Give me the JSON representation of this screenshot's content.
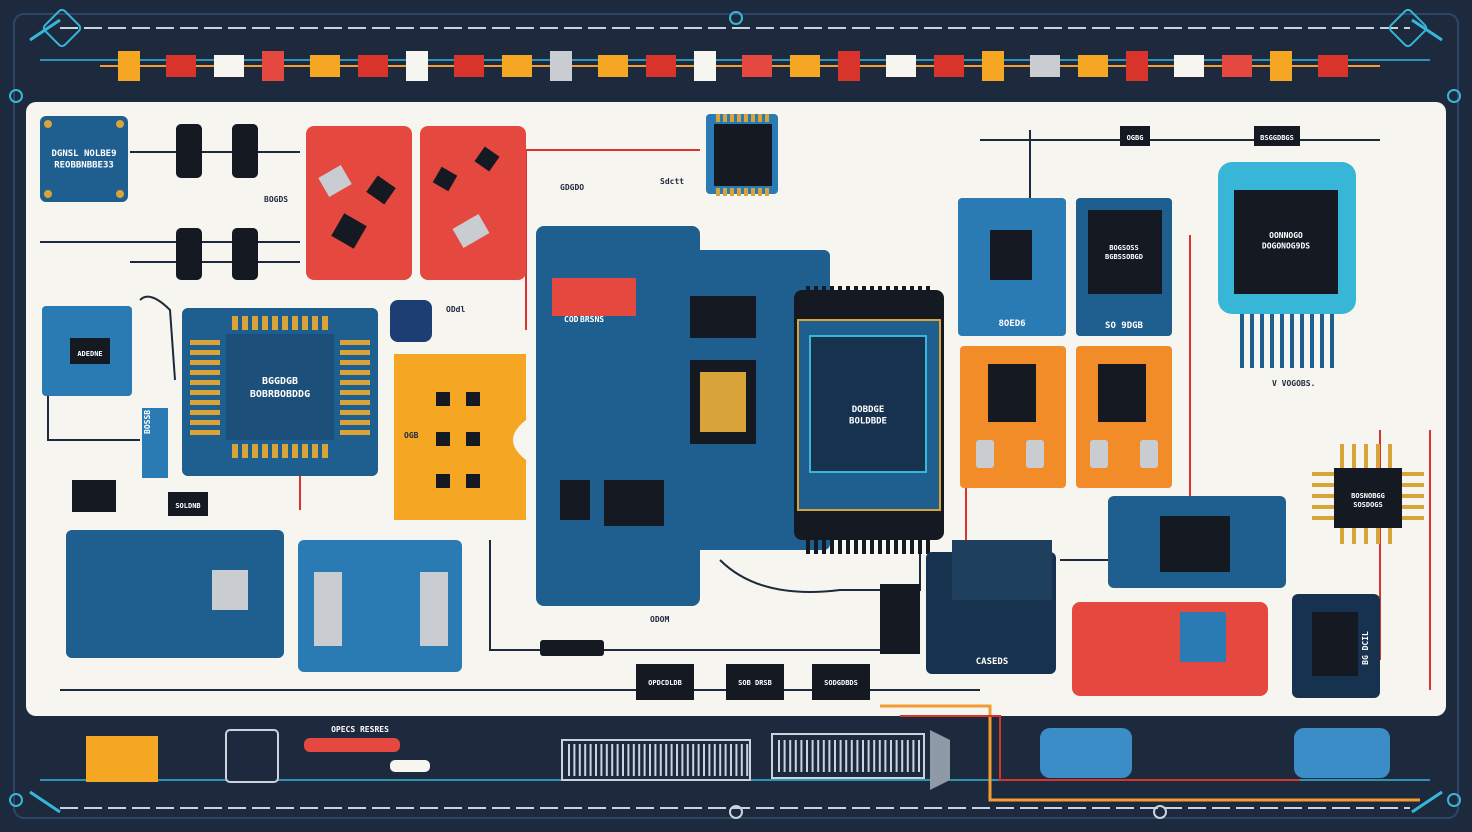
{
  "colors": {
    "frame": "#1d2a3e",
    "panel": "#f7f5ef",
    "pcb_blue": "#1f5f8f",
    "pcb_dark": "#17324f",
    "red_board": "#e5483f",
    "orange_board": "#f28c28",
    "yellow_board": "#f5a623",
    "cyan_accent": "#38b6d8",
    "wire_red": "#d9342b",
    "wire_orange": "#f39c34",
    "chip_black": "#151a22",
    "gold": "#d8a43a"
  },
  "labels": {
    "top_left_module": "DGNSL NOLBE9\nREOBBNBBE33",
    "small_label_a": "BOGDS",
    "small_label_b": "Sdctt",
    "small_label_c": "ODdl",
    "small_label_d": "COD",
    "left_chip": "BGGDGB\nBOBRBOBDDG",
    "left_mini_board": "ADEDNE",
    "left_bottom_tag": "SOLDNB",
    "yellow_board_mark": "OGB",
    "center_label": "GDGDO",
    "center_board_text": "BRSNS",
    "center_screen_text": "DOBDGE\nBOLDBDE",
    "center_bottom_label": "ODOM",
    "lower_center_tag": "BOSSB",
    "blue_board_1": "8OED6",
    "blue_board_2": "SO 9DGB",
    "blue_board_2_chip": "BOGSOSS\nBGBSSOBGD",
    "right_chip": "OONNOGO\nDOGONOG9DS",
    "right_small": "V VOGOBS.",
    "right_gold_chip": "BOSNOBGG\nSOSDOGS",
    "bottom_right_board": "CASEDS",
    "dark_module": "BG DCIL",
    "flow_box_1": "OPDCDLDB",
    "flow_box_2": "SOB DRSB",
    "flow_box_3": "SODGDBDS",
    "bottom_strip_label": "OPECS RESRES",
    "top_right_tag_1": "OGBG",
    "top_right_tag_2": "BSGGDBGS"
  }
}
